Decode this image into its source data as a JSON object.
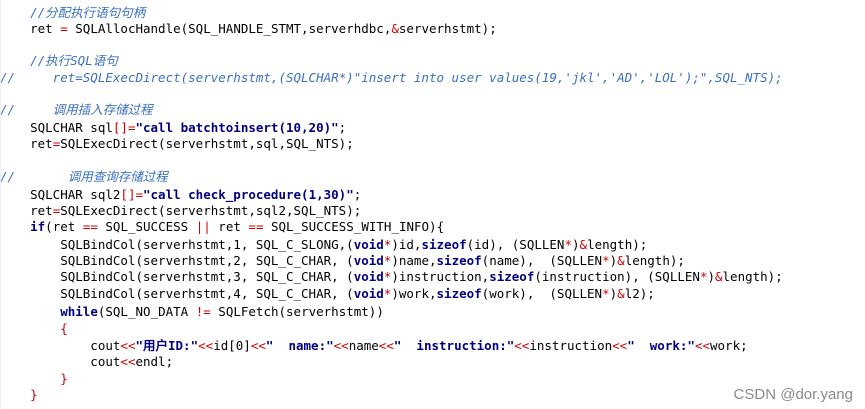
{
  "colors": {
    "comment": "#3a6fbf",
    "keyword": "#000080",
    "operator": "#cc0000",
    "text": "#000000",
    "background": "#ffffff"
  },
  "lines": [
    [
      {
        "t": "    //分配执行语句句柄",
        "c": "comment"
      }
    ],
    [
      {
        "t": "    ret ",
        "c": "plain"
      },
      {
        "t": "=",
        "c": "op"
      },
      {
        "t": " SQLAllocHandle(SQL_HANDLE_STMT,serverhdbc,",
        "c": "plain"
      },
      {
        "t": "&",
        "c": "op"
      },
      {
        "t": "serverhstmt);",
        "c": "plain"
      }
    ],
    [
      {
        "t": "",
        "c": "plain"
      }
    ],
    [
      {
        "t": "    //执行SQL语句",
        "c": "comment"
      }
    ],
    [
      {
        "t": "//     ret=SQLExecDirect(serverhstmt,(SQLCHAR*)\"insert into user values(19,'jkl','AD','LOL');\",SQL_NTS);",
        "c": "comment"
      }
    ],
    [
      {
        "t": "",
        "c": "plain"
      }
    ],
    [
      {
        "t": "//     调用插入存储过程",
        "c": "comment"
      }
    ],
    [
      {
        "t": "    SQLCHAR sql",
        "c": "plain"
      },
      {
        "t": "[]=",
        "c": "op"
      },
      {
        "t": "\"call batchtoinsert(10,20)\"",
        "c": "str"
      },
      {
        "t": ";",
        "c": "plain"
      }
    ],
    [
      {
        "t": "    ret",
        "c": "plain"
      },
      {
        "t": "=",
        "c": "op"
      },
      {
        "t": "SQLExecDirect(serverhstmt,sql,SQL_NTS);",
        "c": "plain"
      }
    ],
    [
      {
        "t": "",
        "c": "plain"
      }
    ],
    [
      {
        "t": "//       调用查询存储过程",
        "c": "comment"
      }
    ],
    [
      {
        "t": "    SQLCHAR sql2",
        "c": "plain"
      },
      {
        "t": "[]=",
        "c": "op"
      },
      {
        "t": "\"call check_procedure(1,30)\"",
        "c": "str"
      },
      {
        "t": ";",
        "c": "plain"
      }
    ],
    [
      {
        "t": "    ret",
        "c": "plain"
      },
      {
        "t": "=",
        "c": "op"
      },
      {
        "t": "SQLExecDirect(serverhstmt,sql2,SQL_NTS);",
        "c": "plain"
      }
    ],
    [
      {
        "t": "    ",
        "c": "plain"
      },
      {
        "t": "if",
        "c": "kw"
      },
      {
        "t": "(ret ",
        "c": "plain"
      },
      {
        "t": "==",
        "c": "op"
      },
      {
        "t": " SQL_SUCCESS ",
        "c": "plain"
      },
      {
        "t": "||",
        "c": "op"
      },
      {
        "t": " ret ",
        "c": "plain"
      },
      {
        "t": "==",
        "c": "op"
      },
      {
        "t": " SQL_SUCCESS_WITH_INFO){",
        "c": "plain"
      }
    ],
    [
      {
        "t": "        SQLBindCol(serverhstmt,1, SQL_C_SLONG,(",
        "c": "plain"
      },
      {
        "t": "void",
        "c": "kw"
      },
      {
        "t": "*",
        "c": "op"
      },
      {
        "t": ")id,",
        "c": "plain"
      },
      {
        "t": "sizeof",
        "c": "kw"
      },
      {
        "t": "(id), (SQLLEN",
        "c": "plain"
      },
      {
        "t": "*",
        "c": "op"
      },
      {
        "t": ")",
        "c": "plain"
      },
      {
        "t": "&",
        "c": "op"
      },
      {
        "t": "length);",
        "c": "plain"
      }
    ],
    [
      {
        "t": "        SQLBindCol(serverhstmt,2, SQL_C_CHAR, (",
        "c": "plain"
      },
      {
        "t": "void",
        "c": "kw"
      },
      {
        "t": "*",
        "c": "op"
      },
      {
        "t": ")name,",
        "c": "plain"
      },
      {
        "t": "sizeof",
        "c": "kw"
      },
      {
        "t": "(name),  (SQLLEN",
        "c": "plain"
      },
      {
        "t": "*",
        "c": "op"
      },
      {
        "t": ")",
        "c": "plain"
      },
      {
        "t": "&",
        "c": "op"
      },
      {
        "t": "length);",
        "c": "plain"
      }
    ],
    [
      {
        "t": "        SQLBindCol(serverhstmt,3, SQL_C_CHAR, (",
        "c": "plain"
      },
      {
        "t": "void",
        "c": "kw"
      },
      {
        "t": "*",
        "c": "op"
      },
      {
        "t": ")instruction,",
        "c": "plain"
      },
      {
        "t": "sizeof",
        "c": "kw"
      },
      {
        "t": "(instruction), (SQLLEN",
        "c": "plain"
      },
      {
        "t": "*",
        "c": "op"
      },
      {
        "t": ")",
        "c": "plain"
      },
      {
        "t": "&",
        "c": "op"
      },
      {
        "t": "length);",
        "c": "plain"
      }
    ],
    [
      {
        "t": "        SQLBindCol(serverhstmt,4, SQL_C_CHAR, (",
        "c": "plain"
      },
      {
        "t": "void",
        "c": "kw"
      },
      {
        "t": "*",
        "c": "op"
      },
      {
        "t": ")work,",
        "c": "plain"
      },
      {
        "t": "sizeof",
        "c": "kw"
      },
      {
        "t": "(work),  (SQLLEN",
        "c": "plain"
      },
      {
        "t": "*",
        "c": "op"
      },
      {
        "t": ")",
        "c": "plain"
      },
      {
        "t": "&",
        "c": "op"
      },
      {
        "t": "l2);",
        "c": "plain"
      }
    ],
    [
      {
        "t": "        ",
        "c": "plain"
      },
      {
        "t": "while",
        "c": "kw"
      },
      {
        "t": "(SQL_NO_DATA ",
        "c": "plain"
      },
      {
        "t": "!=",
        "c": "op"
      },
      {
        "t": " SQLFetch(serverhstmt))",
        "c": "plain"
      }
    ],
    [
      {
        "t": "        {",
        "c": "op"
      }
    ],
    [
      {
        "t": "            cout",
        "c": "plain"
      },
      {
        "t": "<<",
        "c": "op"
      },
      {
        "t": "\"用户ID:\"",
        "c": "str"
      },
      {
        "t": "<<",
        "c": "op"
      },
      {
        "t": "id[0]",
        "c": "plain"
      },
      {
        "t": "<<",
        "c": "op"
      },
      {
        "t": "\"  name:\"",
        "c": "str"
      },
      {
        "t": "<<",
        "c": "op"
      },
      {
        "t": "name",
        "c": "plain"
      },
      {
        "t": "<<",
        "c": "op"
      },
      {
        "t": "\"  instruction:\"",
        "c": "str"
      },
      {
        "t": "<<",
        "c": "op"
      },
      {
        "t": "instruction",
        "c": "plain"
      },
      {
        "t": "<<",
        "c": "op"
      },
      {
        "t": "\"  work:\"",
        "c": "str"
      },
      {
        "t": "<<",
        "c": "op"
      },
      {
        "t": "work;",
        "c": "plain"
      }
    ],
    [
      {
        "t": "            cout",
        "c": "plain"
      },
      {
        "t": "<<",
        "c": "op"
      },
      {
        "t": "endl;",
        "c": "plain"
      }
    ],
    [
      {
        "t": "        }",
        "c": "op"
      }
    ],
    [
      {
        "t": "    }",
        "c": "op"
      }
    ]
  ],
  "watermark": "CSDN @dor.yang"
}
